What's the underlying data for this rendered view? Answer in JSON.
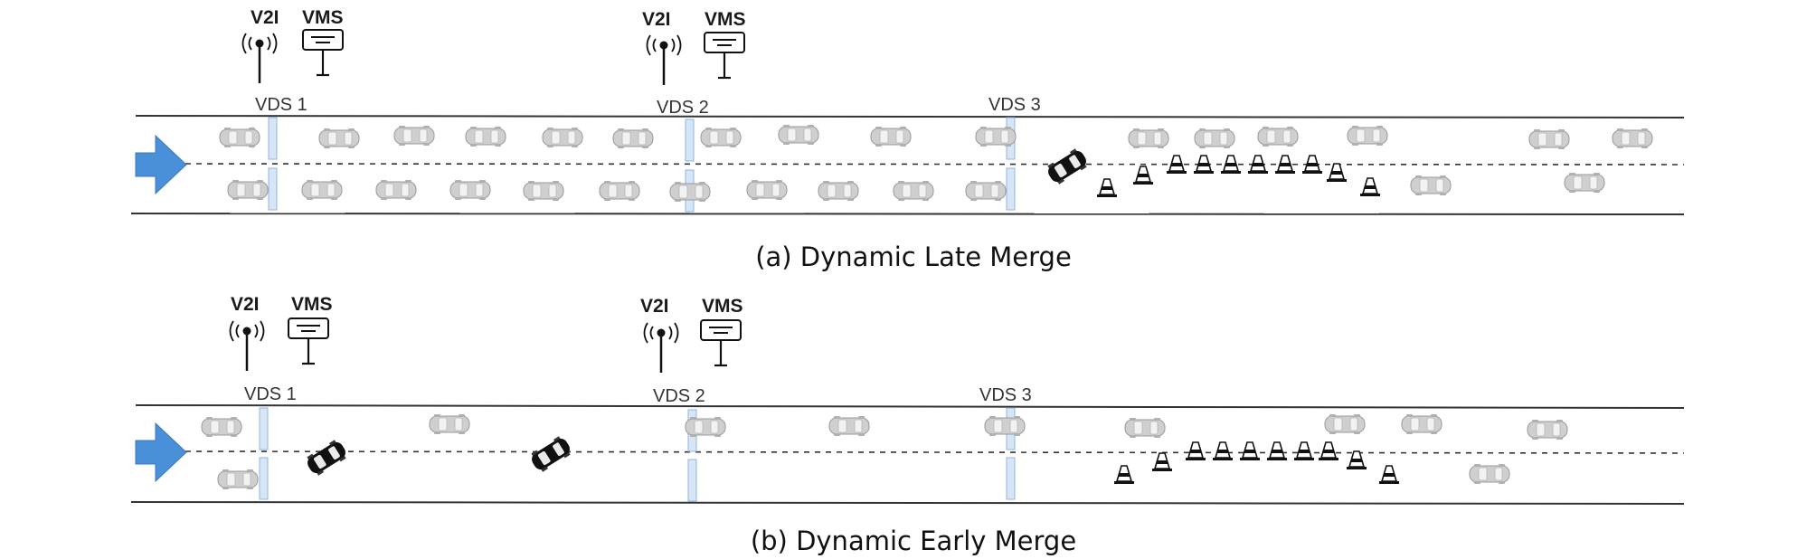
{
  "colors": {
    "arrow": "#4a90d9",
    "detector_fill": "#d6e6f6",
    "detector_stroke": "#8fb5de",
    "road": "#333333",
    "car_body": "#cfcfcf",
    "merging_car": "#111111"
  },
  "panels": [
    {
      "id": "a",
      "caption": "(a) Dynamic Late Merge",
      "v2i_labels": [
        "V2I",
        "V2I"
      ],
      "vms_labels": [
        "VMS",
        "VMS"
      ],
      "vds_labels": [
        "VDS 1",
        "VDS 2",
        "VDS 3"
      ],
      "icons": {
        "arrow": "direction-arrow-icon",
        "antenna": "v2i-antenna-icon",
        "sign": "vms-sign-icon",
        "car": "car-icon",
        "merging_car": "merging-car-icon",
        "cone": "traffic-cone-icon"
      }
    },
    {
      "id": "b",
      "caption": "(b) Dynamic Early Merge",
      "v2i_labels": [
        "V2I",
        "V2I"
      ],
      "vms_labels": [
        "VMS",
        "VMS"
      ],
      "vds_labels": [
        "VDS 1",
        "VDS 2",
        "VDS 3"
      ],
      "icons": {
        "arrow": "direction-arrow-icon",
        "antenna": "v2i-antenna-icon",
        "sign": "vms-sign-icon",
        "car": "car-icon",
        "merging_car": "merging-car-icon",
        "cone": "traffic-cone-icon"
      }
    }
  ]
}
